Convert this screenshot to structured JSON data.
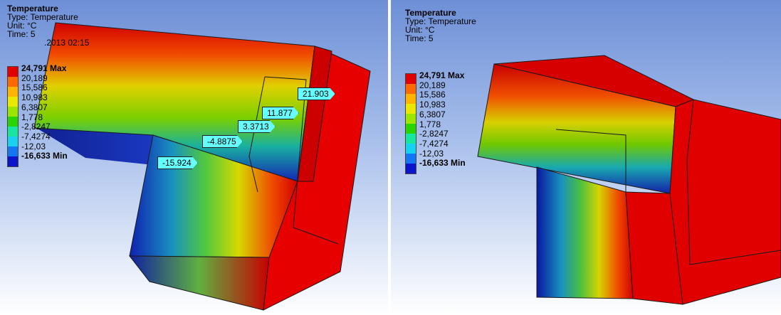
{
  "left_panel": {
    "title": "Temperature",
    "type_line": "Type: Temperature",
    "unit_line": "Unit: °C",
    "time_line": "Time: 5",
    "date_line": ".2013 02:15",
    "legend": [
      {
        "label": "24,791 Max",
        "color": "#e00000"
      },
      {
        "label": "20,189",
        "color": "#ff6a00"
      },
      {
        "label": "15,586",
        "color": "#ffb400"
      },
      {
        "label": "10,983",
        "color": "#e8e800"
      },
      {
        "label": "6,3807",
        "color": "#9ae600"
      },
      {
        "label": "1,778",
        "color": "#2ad400"
      },
      {
        "label": "-2,8247",
        "color": "#18e6a0"
      },
      {
        "label": "-7,4274",
        "color": "#18d0f0"
      },
      {
        "label": "-12,03",
        "color": "#1476f0"
      },
      {
        "label": "-16,633 Min",
        "color": "#0a14c8"
      }
    ],
    "probes": [
      "21.903",
      "11.877",
      "3.3713",
      "-4.8875",
      "-15.924"
    ]
  },
  "right_panel": {
    "title": "Temperature",
    "type_line": "Type: Temperature",
    "unit_line": "Unit: °C",
    "time_line": "Time: 5",
    "legend": [
      {
        "label": "24,791 Max",
        "color": "#e00000"
      },
      {
        "label": "20,189",
        "color": "#ff6a00"
      },
      {
        "label": "15,586",
        "color": "#ffb400"
      },
      {
        "label": "10,983",
        "color": "#e8e800"
      },
      {
        "label": "6,3807",
        "color": "#9ae600"
      },
      {
        "label": "1,778",
        "color": "#2ad400"
      },
      {
        "label": "-2,8247",
        "color": "#18e6a0"
      },
      {
        "label": "-7,4274",
        "color": "#18d0f0"
      },
      {
        "label": "-12,03",
        "color": "#1476f0"
      },
      {
        "label": "-16,633 Min",
        "color": "#0a14c8"
      }
    ]
  }
}
